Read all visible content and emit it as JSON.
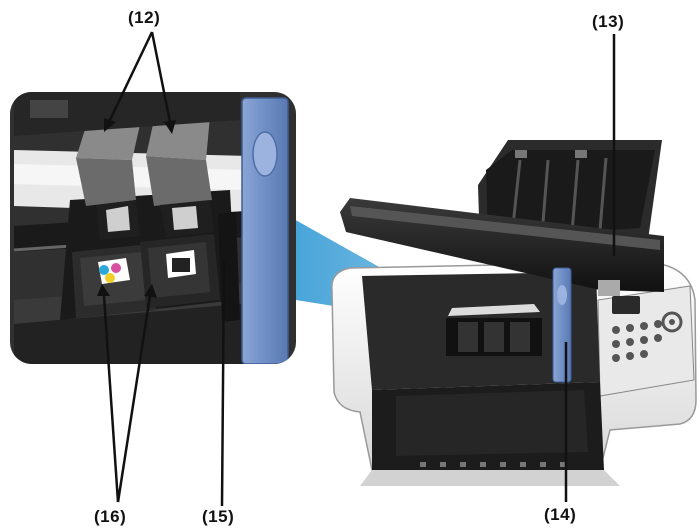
{
  "callouts": {
    "c12": "(12)",
    "c13": "(13)",
    "c14": "(14)",
    "c15": "(15)",
    "c16": "(16)"
  },
  "colors": {
    "inset_frame": "#5a9fd0",
    "zoom_beam": "#3d9fd6",
    "arm_blue": "#6f8fc6",
    "printer_body": "#f2f2f2",
    "printer_interior": "#2a2a2a",
    "leader_line": "#111111"
  },
  "icons": {
    "inset": "magnified-print-head-view",
    "printer": "multifunction-printer-open"
  }
}
